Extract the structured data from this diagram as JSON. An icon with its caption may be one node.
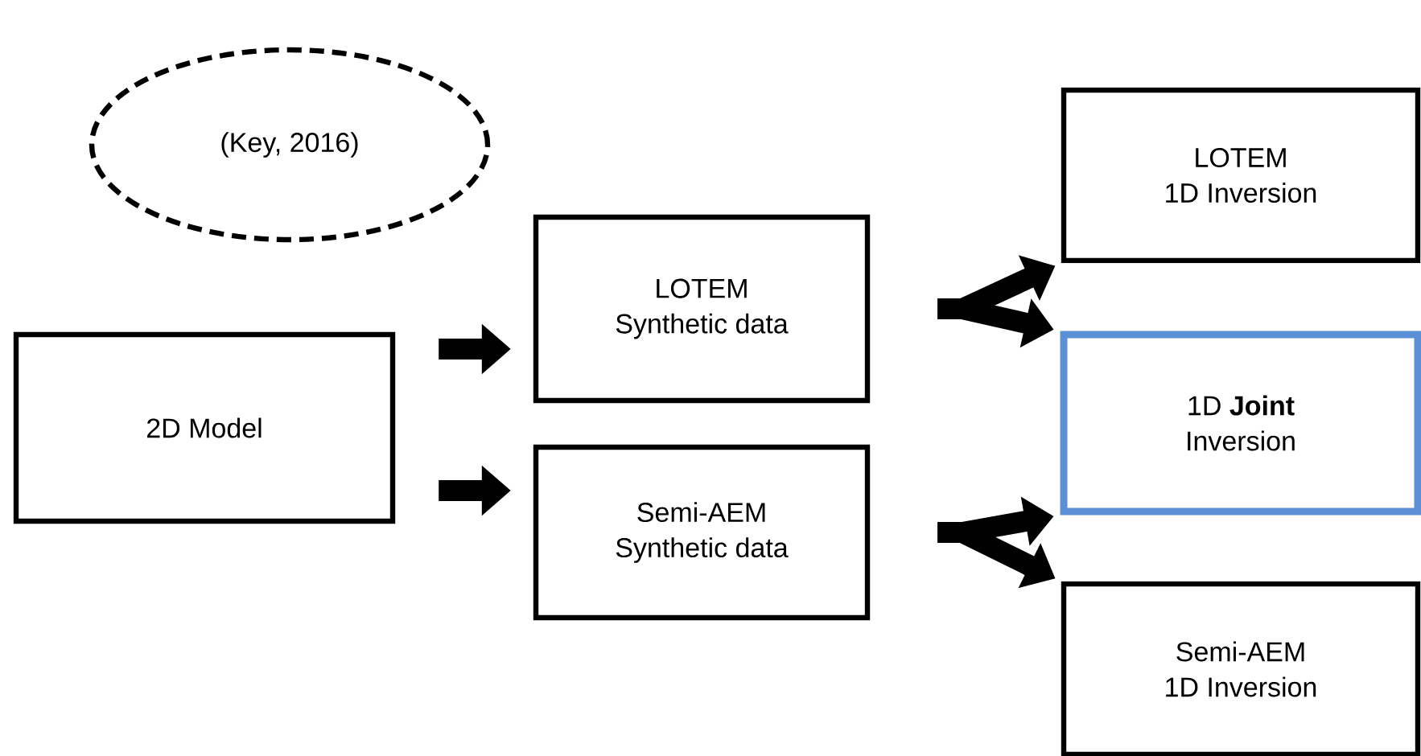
{
  "diagram": {
    "nodes": [
      {
        "text": [
          "(Key, 2016)"
        ]
      },
      {
        "text": [
          "2D Model"
        ]
      },
      {
        "text": [
          "LOTEM",
          "Synthetic data"
        ]
      },
      {
        "text": [
          "Semi-AEM",
          "Synthetic data"
        ]
      },
      {
        "text": [
          "LOTEM",
          "1D Inversion"
        ]
      },
      {
        "text": [
          "1D **Joint**",
          "Inversion"
        ]
      },
      {
        "text": [
          "Semi-AEM",
          "1D Inversion"
        ]
      }
    ],
    "edges": [
      {
        "from": 1,
        "to": 2,
        "arrow": "to"
      },
      {
        "from": 1,
        "to": 3,
        "arrow": "to"
      },
      {
        "from": 2,
        "to": 4,
        "arrow": "to"
      },
      {
        "from": 2,
        "to": 5,
        "arrow": "to"
      },
      {
        "from": 3,
        "to": 5,
        "arrow": "to"
      },
      {
        "from": 3,
        "to": 6,
        "arrow": "to"
      }
    ]
  }
}
